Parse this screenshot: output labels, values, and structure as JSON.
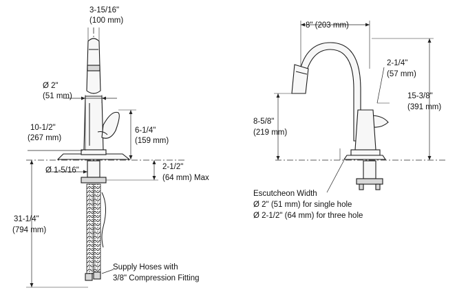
{
  "side_view": {
    "spout_width": {
      "imperial": "3-15/16\"",
      "metric": "(100 mm)"
    },
    "spout_diameter": {
      "imperial": "Ø 2\"",
      "metric": "(51 mm)"
    },
    "height_above_deck": {
      "imperial": "10-1/2\"",
      "metric": "(267 mm)"
    },
    "handle_height": {
      "imperial": "6-1/4\"",
      "metric": "(159 mm)"
    },
    "shank_diameter": "Ø 1-5/16\"",
    "deck_thickness": {
      "imperial": "2-1/2\"",
      "metric": "(64 mm) Max"
    },
    "hose_length": {
      "imperial": "31-1/4\"",
      "metric": "(794 mm)"
    },
    "supply_note": [
      "Supply Hoses with",
      "3/8\" Compression Fitting"
    ]
  },
  "front_view": {
    "spout_reach": "8\" (203 mm)",
    "sprayhead_diameter": {
      "imperial": "2-1/4\"",
      "metric": "(57 mm)"
    },
    "overall_height": {
      "imperial": "15-3/8\"",
      "metric": "(391 mm)"
    },
    "spout_clearance": {
      "imperial": "8-5/8\"",
      "metric": "(219 mm)"
    },
    "escutcheon_note": [
      "Escutcheon Width",
      "Ø 2\" (51 mm) for single hole",
      "Ø 2-1/2\" (64 mm) for three hole"
    ]
  }
}
